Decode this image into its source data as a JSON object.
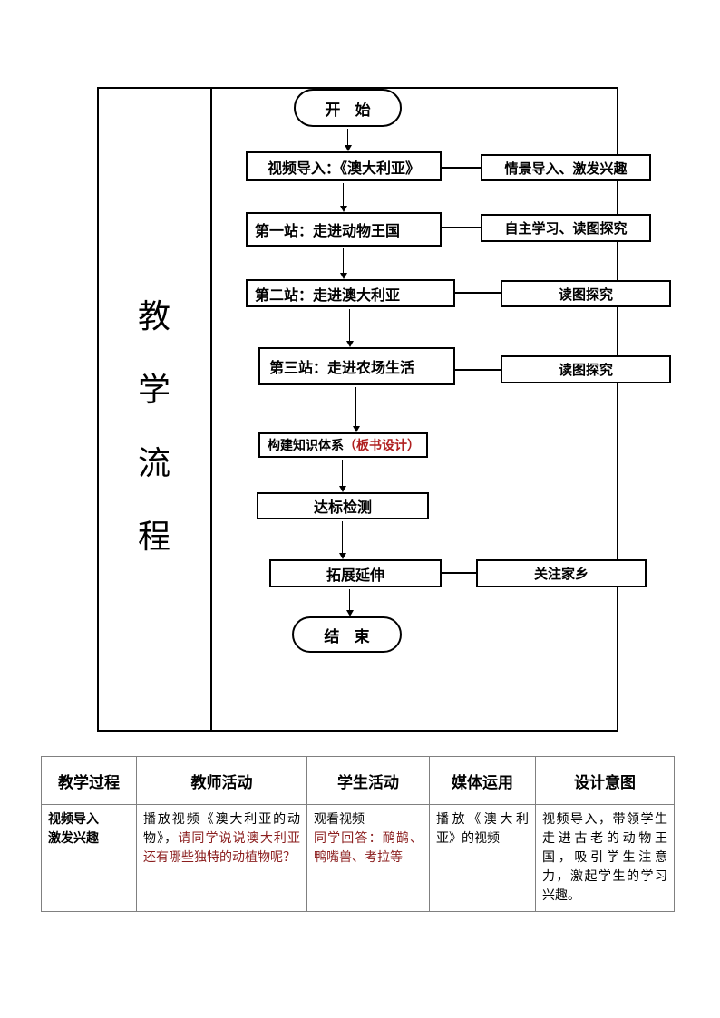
{
  "colors": {
    "line": "#000000",
    "table_border": "#808080",
    "table_red_text": "#8B1E1E",
    "flow_red_text": "#B02020"
  },
  "flow_panel": {
    "vertical_title": {
      "chars": [
        "教",
        "学",
        "流",
        "程"
      ]
    },
    "start_label": "开 始",
    "end_label": "结 束",
    "nodes": [
      {
        "label": "视频导入：《澳大利亚》"
      },
      {
        "label": "第一站：走进动物王国"
      },
      {
        "label": "第二站：走进澳大利亚"
      },
      {
        "label": "第三站：走进农场生活"
      },
      {
        "label": "构建知识体系",
        "label_red": "（板书设计）"
      },
      {
        "label": "达标检测"
      },
      {
        "label": "拓展延伸"
      }
    ],
    "side_boxes": [
      {
        "label": "情景导入、激发兴趣"
      },
      {
        "label": "自主学习、读图探究"
      },
      {
        "label": "读图探究"
      },
      {
        "label": "读图探究"
      },
      {
        "label": "关注家乡"
      }
    ]
  },
  "table": {
    "headers": [
      "教学过程",
      "教师活动",
      "学生活动",
      "媒体运用",
      "设计意图"
    ],
    "row": {
      "process_line1": "视频导入",
      "process_line2": "激发兴趣",
      "teacher_black": "播放视频《澳大利亚的动物》，",
      "teacher_red": "请同学说说澳大利亚还有哪些独特的动植物呢？",
      "student_black": "观看视频",
      "student_red": "同学回答：鸸鹋、鸭嘴兽、考拉等",
      "media": "播放《澳大利亚》的视频",
      "intent": "视频导入，带领学生走进古老的动物王国，吸引学生注意力，激起学生的学习兴趣。"
    }
  }
}
